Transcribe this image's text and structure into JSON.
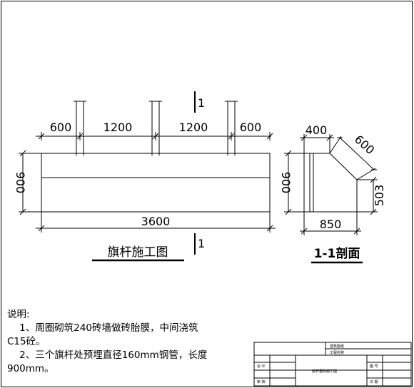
{
  "front_view": {
    "dims_top": [
      "600",
      "1200",
      "1200",
      "600"
    ],
    "height": "900",
    "total_width": "3600",
    "section_mark": "1",
    "title": "旗杆施工图"
  },
  "section_view": {
    "top_width": "400",
    "slope": "600",
    "height": "900",
    "right_height": "503",
    "bottom_width": "850",
    "title": "1-1剖面"
  },
  "notes": {
    "heading": "说明:",
    "line1": "    1、周圈砌筑240砖墙做砖胎膜，中间浇筑",
    "line2": "C15砼。",
    "line3": "    2、三个旗杆处预埋直径160mm钢管，长度",
    "line4": "900mm。"
  },
  "title_block": {
    "top_label": "建筑图纸",
    "mid_label": "工程名称",
    "left_label_top": "设 计",
    "left_label_bottom": "审 核",
    "center_label": "旗杆基础施工图",
    "right_label_top": "图 号",
    "right_label_bottom": "日 期"
  }
}
